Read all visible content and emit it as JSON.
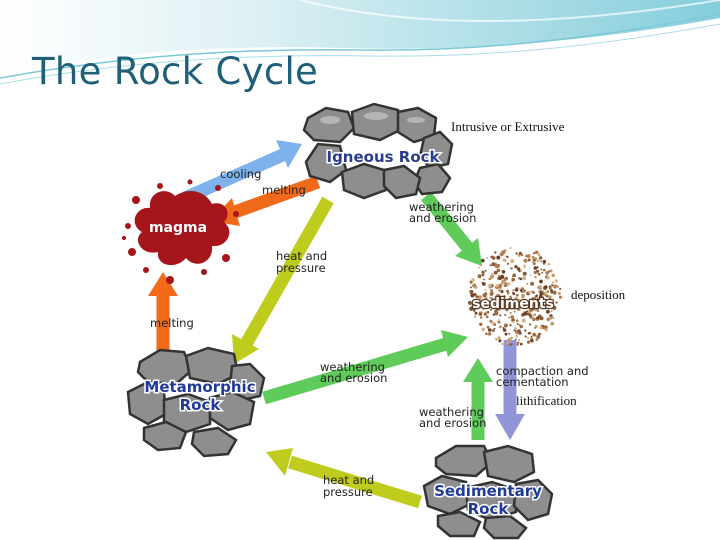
{
  "slide": {
    "title": "The Rock Cycle"
  },
  "nodes": {
    "igneous": "Igneous Rock",
    "magma": "magma",
    "sediments": "sediments",
    "metamorphic_line1": "Metamorphic",
    "metamorphic_line2": "Rock",
    "sedimentary_line1": "Sedimentary",
    "sedimentary_line2": "Rock"
  },
  "labels": {
    "cooling": "cooling",
    "melting_top": "melting",
    "heat_pressure_mid_1": "heat and",
    "heat_pressure_mid_2": "pressure",
    "weathering_top_1": "weathering",
    "weathering_top_2": "and erosion",
    "melting_left": "melting",
    "weathering_mid_1": "weathering",
    "weathering_mid_2": "and erosion",
    "compaction_1": "compaction and",
    "compaction_2": "cementation",
    "weathering_bottom_1": "weathering",
    "weathering_bottom_2": "and erosion",
    "heat_pressure_bottom_1": "heat and",
    "heat_pressure_bottom_2": "pressure"
  },
  "annotations": {
    "intrusive": "Intrusive or Extrusive",
    "deposition": "deposition",
    "lithification": "lithification"
  },
  "colors": {
    "title": "#1f5f78",
    "arrow_blue": "#7fb2ec",
    "arrow_orange": "#f06a1a",
    "arrow_yellowgreen": "#bfcc1e",
    "arrow_green": "#5ecb5a",
    "arrow_purple": "#8f95d6",
    "magma": "#a5161c",
    "rock": "#8e8e8e"
  }
}
